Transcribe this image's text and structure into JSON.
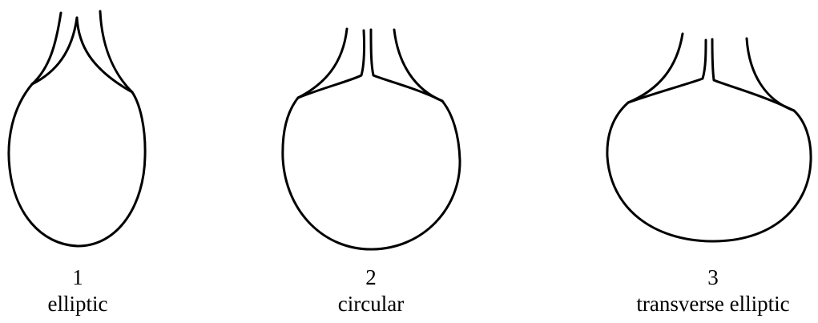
{
  "shapes": [
    {
      "number": "1",
      "name": "elliptic"
    },
    {
      "number": "2",
      "name": "circular"
    },
    {
      "number": "3",
      "name": "transverse elliptic"
    }
  ],
  "colors": {
    "stroke": "#000000",
    "background": "#ffffff"
  }
}
